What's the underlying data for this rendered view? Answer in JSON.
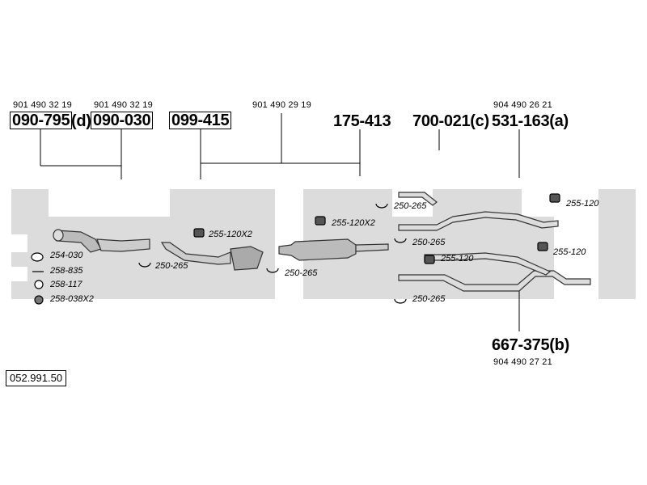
{
  "refs": {
    "r1": "901 490 32 19",
    "r2": "901 490 32 19",
    "r3": "901 490 29 19",
    "r4": "904 490 26 21",
    "r5": "904 490 27 21"
  },
  "parts": {
    "p1": "090-795",
    "p1_suffix": "(d)",
    "p2": "090-030",
    "p3": "099-415",
    "p4": "175-413",
    "p5": "700-021(c)",
    "p6": "531-163(a)",
    "p7": "667-375(b)"
  },
  "labels": {
    "l_254_030": "254-030",
    "l_258_835": "258-835",
    "l_258_117": "258-117",
    "l_258_038": "258-038X2",
    "l_250_265_a": "250-265",
    "l_255_120x2_a": "255-120X2",
    "l_250_265_b": "250-265",
    "l_255_120x2_b": "255-120X2",
    "l_250_265_c": "250-265",
    "l_250_265_d": "250-265",
    "l_255_120_a": "255-120",
    "l_255_120_b": "255-120",
    "l_255_120_c": "255-120",
    "l_250_265_e": "250-265"
  },
  "diagram_code": "052.991.50",
  "colors": {
    "band": "#dcdcdc",
    "line": "#000000"
  }
}
